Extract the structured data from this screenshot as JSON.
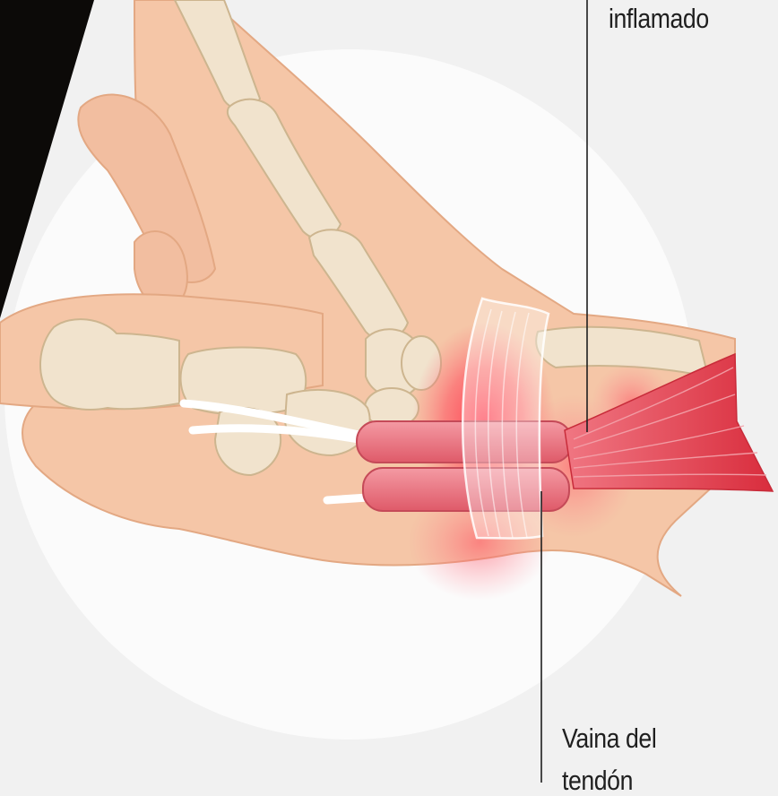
{
  "labels": {
    "inflamed": "inflamado",
    "sheath_line1": "Vaina del",
    "sheath_line2": "tendón"
  },
  "colors": {
    "background": "#f1f1f1",
    "circle": "#fbfbfb",
    "skin": "#f5c6a7",
    "skin_outline": "#e3a883",
    "bone": "#f1e3cd",
    "bone_outline": "#cdb58f",
    "tendon": "#e86a78",
    "inflammation": "#ff3a4f",
    "muscle": "#e33a48",
    "black_panel": "#0c0a08",
    "leader_line": "#1f1f1f"
  }
}
